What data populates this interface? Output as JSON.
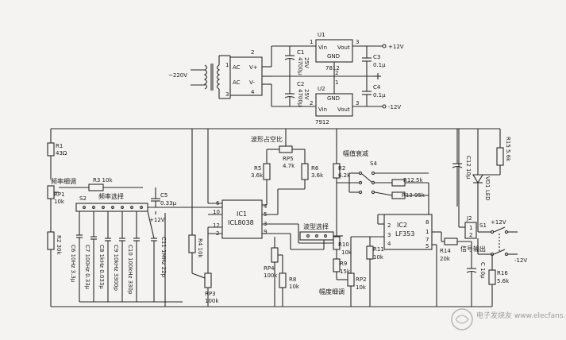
{
  "psu": {
    "ac_in": "~220V",
    "bridge": [
      "AC",
      "V+",
      "AC",
      "V-"
    ],
    "pins_left": [
      "1",
      "2",
      "3",
      "4"
    ],
    "u1": "U1",
    "u1_part": "7812",
    "u1_pins": [
      "Vin",
      "GND",
      "Vout"
    ],
    "u1_nums": [
      "1",
      "2",
      "3"
    ],
    "u2": "U2",
    "u2_part": "7912",
    "u2_pins": [
      "Vin",
      "GND",
      "Vout"
    ],
    "u2_nums": [
      "2",
      "1",
      "3"
    ],
    "c1": "C1",
    "c1_val": "4700μ",
    "c1_v": "25V",
    "c2": "C2",
    "c2_val": "4700μ",
    "c2_v": "25V",
    "c3": "C3",
    "c3_val": "0.1μ",
    "c4": "C4",
    "c4_val": "0.1μ",
    "plus12": "+12V",
    "minus12": "-12V"
  },
  "gen": {
    "r1": "R1",
    "r1_val": "43Ω",
    "freq_fine": "频率细调",
    "rp1": "RP1",
    "rp1_val": "10k",
    "r3": "R3 10k",
    "s2": "S2",
    "freq_sel": "频率选择",
    "r2": "R2 30k",
    "caps": [
      "C6 10Hz 3.3μ",
      "C7 100Hz 0.33μ",
      "C8 1kHz 0.033μ",
      "C9 10kHz 3300p",
      "C10 100kHz 330p",
      "C11 1MHz 22p"
    ],
    "c5": "C5",
    "c5_val": "0.33μ",
    "p12": "+12V",
    "r4": "R4 10k",
    "rp3": "RP3",
    "rp3_val": "100k",
    "duty": "波形占空比",
    "rp5": "RP5",
    "rp5_val": "4.7k",
    "r5": "R5",
    "r5_val": "3.6k",
    "r6": "R6",
    "r6_val": "3.6k",
    "ic1": "IC1",
    "ic1_part": "ICL8038",
    "ic1_pins_left": [
      "6",
      "10",
      "12",
      "2"
    ],
    "ic1_pins_right": [
      "4",
      "5",
      "3",
      "9"
    ],
    "wave_sel": "波型选择",
    "rp4": "RP4",
    "rp4_val": "100k",
    "r8": "R8",
    "r8_val": "10k",
    "r2b": "R2",
    "r2b_val": "6.2k",
    "amp_att": "幅值衰减",
    "s4": "S4",
    "r12": "R12.5k",
    "r13": "R13 95k",
    "r10": "R10",
    "r10_val": "10k",
    "r9": "R9",
    "r9_val": "15k",
    "rp2": "RP2",
    "rp2_val": "10k",
    "amp_fine": "幅度细调",
    "r11": "R11",
    "r11_val": "10k",
    "ic2": "IC2",
    "ic2_part": "LF353",
    "ic2_pins_left": [
      "2",
      "3",
      "4"
    ],
    "ic2_pins_right": [
      "8",
      "1",
      "7"
    ],
    "ic2_pin5": "5",
    "r14": "R14",
    "r14_val": "20k",
    "sig_out": "信号输出",
    "j2": "J2",
    "j2_pins": [
      "1",
      "2"
    ],
    "c12": "C12",
    "c12_val": "10μ",
    "vd1": "VD1 LED",
    "r15": "R15 5.6k",
    "s1": "S1",
    "s1_p12": "+12V",
    "s1_m12": "-12V",
    "c_out": "C 10μ",
    "r16": "R16",
    "r16_val": "5.6k"
  },
  "watermark": "电子发烧友 www.elecfans.com"
}
